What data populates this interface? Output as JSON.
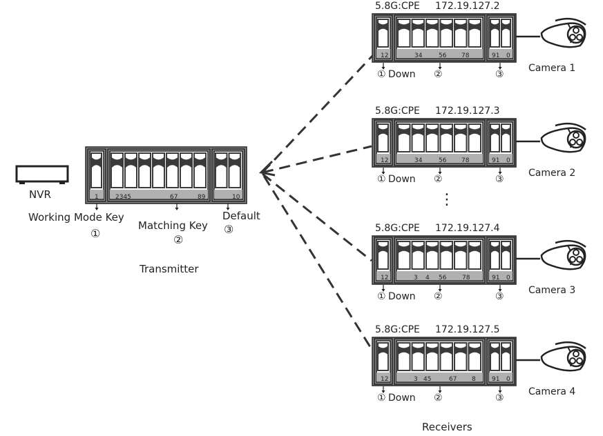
{
  "nvr": {
    "label": "NVR"
  },
  "transmitter": {
    "caption": "Transmitter",
    "group1": {
      "digits": "1",
      "label": "Working Mode Key",
      "marker": "①"
    },
    "group2": {
      "digits": [
        "2345",
        "67",
        "89"
      ],
      "label": "Matching Key",
      "marker": "②"
    },
    "group3": {
      "digits": "10",
      "label": "Default",
      "marker": "③"
    }
  },
  "receivers_caption": "Receivers",
  "ellipsis": "⋮",
  "receivers": [
    {
      "band": "5.8G:CPE",
      "ip": "172.19.127.2",
      "camera": "Camera 1",
      "g1": "12",
      "g2": [
        "34",
        "56",
        "78"
      ],
      "g3": [
        "91",
        "0"
      ],
      "m1": "①",
      "down": "Down",
      "m2": "②",
      "m3": "③"
    },
    {
      "band": "5.8G:CPE",
      "ip": "172.19.127.3",
      "camera": "Camera 2",
      "g1": "12",
      "g2": [
        "34",
        "56",
        "78"
      ],
      "g3": [
        "91",
        "0"
      ],
      "m1": "①",
      "down": "Down",
      "m2": "②",
      "m3": "③"
    },
    {
      "band": "5.8G:CPE",
      "ip": "172.19.127.4",
      "camera": "Camera 3",
      "g1": "12",
      "g2": [
        "3",
        "4",
        "56",
        "78"
      ],
      "g3": [
        "91",
        "0"
      ],
      "m1": "①",
      "down": "Down",
      "m2": "②",
      "m3": "③"
    },
    {
      "band": "5.8G:CPE",
      "ip": "172.19.127.5",
      "camera": "Camera 4",
      "g1": "12",
      "g2": [
        "3",
        "45",
        "67",
        "8"
      ],
      "g3": [
        "91",
        "0"
      ],
      "m1": "①",
      "down": "Down",
      "m2": "②",
      "m3": "③"
    }
  ]
}
